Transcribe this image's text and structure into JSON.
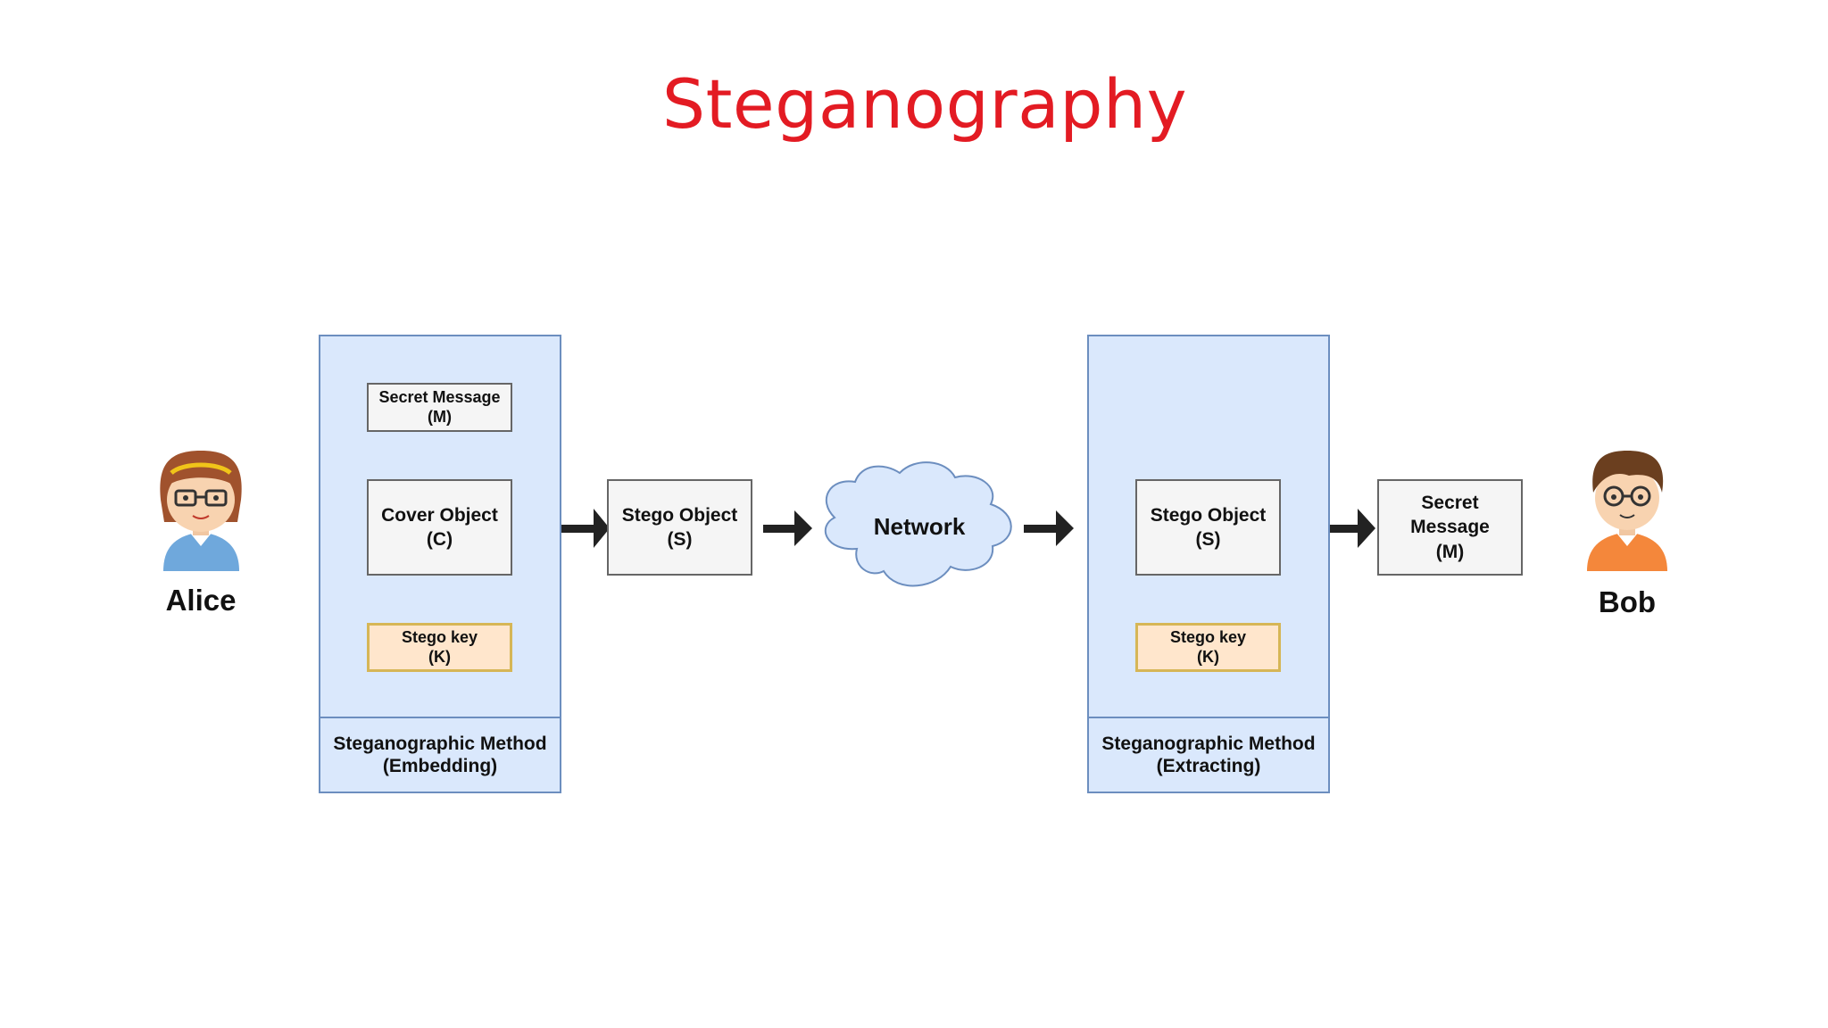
{
  "title": "Steganography",
  "people": {
    "sender": {
      "name": "Alice",
      "icon": "alice-avatar-icon"
    },
    "receiver": {
      "name": "Bob",
      "icon": "bob-avatar-icon"
    }
  },
  "embedding": {
    "secret_message": {
      "line1": "Secret Message",
      "line2": "(M)"
    },
    "cover_object": {
      "line1": "Cover Object",
      "line2": "(C)"
    },
    "stego_key": {
      "line1": "Stego key",
      "line2": "(K)"
    },
    "method": {
      "line1": "Steganographic Method",
      "line2": "(Embedding)"
    }
  },
  "stego_object_out": {
    "line1": "Stego Object",
    "line2": "(S)"
  },
  "network": {
    "label": "Network",
    "icon": "cloud-icon"
  },
  "extracting": {
    "stego_object": {
      "line1": "Stego Object",
      "line2": "(S)"
    },
    "stego_key": {
      "line1": "Stego key",
      "line2": "(K)"
    },
    "method": {
      "line1": "Steganographic Method",
      "line2": "(Extracting)"
    }
  },
  "recovered_message": {
    "line1": "Secret",
    "line2": "Message",
    "line3": "(M)"
  },
  "colors": {
    "title": "#e31b23",
    "panel_fill": "#dae8fc",
    "panel_border": "#6c8ebf",
    "box_fill": "#f5f5f5",
    "key_fill": "#ffe6cc",
    "key_border": "#d6b656",
    "cloud_fill": "#dae8fc"
  }
}
